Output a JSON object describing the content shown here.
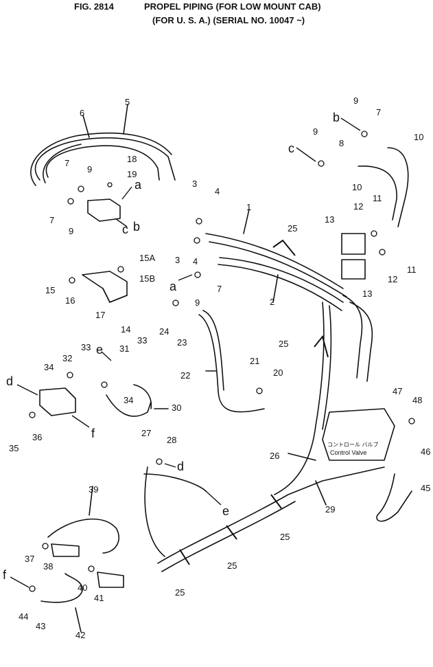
{
  "header": {
    "fig_number": "FIG. 2814",
    "title": "PROPEL PIPING (FOR LOW MOUNT CAB)",
    "subtitle": "(FOR U. S. A.) (SERIAL NO. 10047 ~)"
  },
  "control_valve": {
    "jp": "コントロール バルブ",
    "en": "Control Valve"
  },
  "letters": [
    "a",
    "b",
    "c",
    "d",
    "e",
    "f"
  ],
  "parts": [
    "1",
    "2",
    "3",
    "4",
    "5",
    "6",
    "7",
    "8",
    "9",
    "10",
    "11",
    "12",
    "13",
    "14",
    "15",
    "15A",
    "15B",
    "16",
    "17",
    "18",
    "19",
    "20",
    "21",
    "22",
    "23",
    "24",
    "25",
    "26",
    "27",
    "28",
    "29",
    "30",
    "31",
    "32",
    "33",
    "34",
    "35",
    "36",
    "37",
    "38",
    "39",
    "40",
    "41",
    "42",
    "43",
    "44",
    "45",
    "46",
    "47",
    "48"
  ]
}
